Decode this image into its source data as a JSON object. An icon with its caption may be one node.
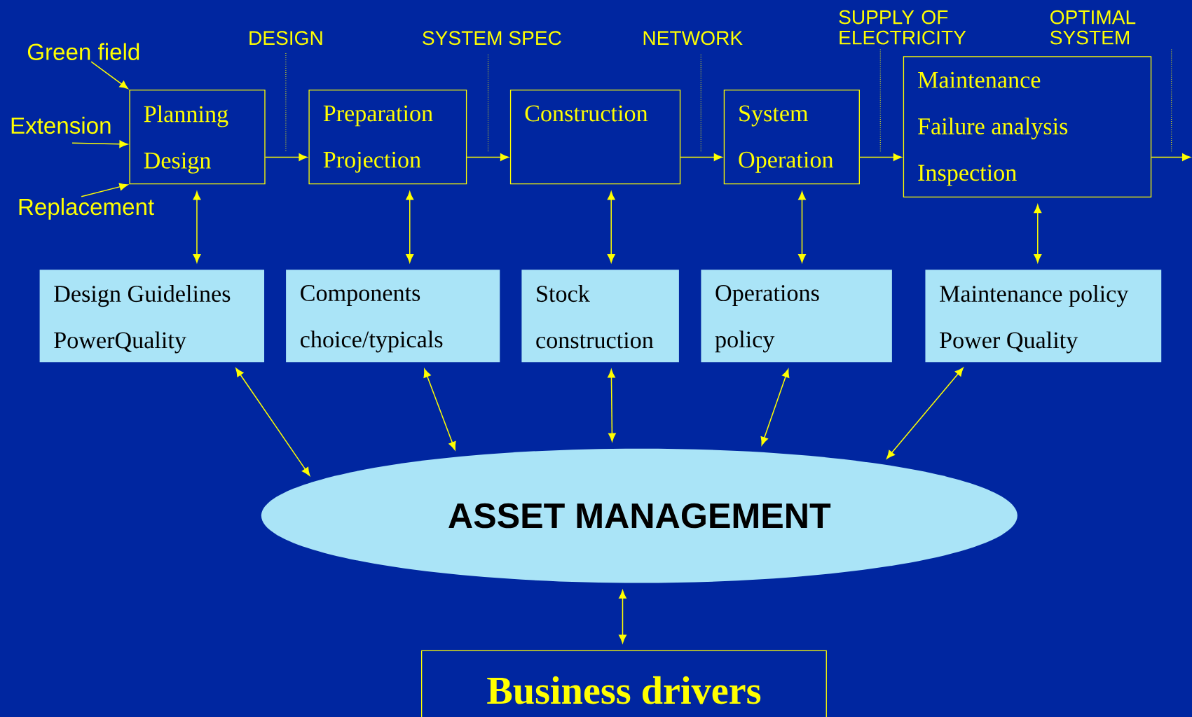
{
  "diagram": {
    "nodes": [
      {
        "text": [
          "Green field"
        ]
      },
      {
        "text": [
          "Extension"
        ]
      },
      {
        "text": [
          "Replacement"
        ]
      },
      {
        "text": [
          "Planning",
          "Design"
        ]
      },
      {
        "text": [
          "Preparation",
          "Projection"
        ]
      },
      {
        "text": [
          "Construction"
        ]
      },
      {
        "text": [
          "System",
          "Operation"
        ]
      },
      {
        "text": [
          "Maintenance",
          "Failure analysis",
          "Inspection"
        ]
      },
      {
        "text": [
          "Design Guidelines",
          "PowerQuality"
        ]
      },
      {
        "text": [
          "Components choice/typicals"
        ]
      },
      {
        "text": [
          "Stock construction"
        ]
      },
      {
        "text": [
          "Operations policy"
        ]
      },
      {
        "text": [
          "Maintenance policy",
          "Power Quality"
        ]
      },
      {
        "text": [
          "ASSET MANAGEMENT"
        ]
      },
      {
        "text": [
          "Business drivers"
        ]
      }
    ],
    "edges": [
      {
        "from": 0,
        "to": 3,
        "arrow": "to"
      },
      {
        "from": 1,
        "to": 3,
        "arrow": "to"
      },
      {
        "from": 2,
        "to": 3,
        "arrow": "to"
      },
      {
        "from": 3,
        "to": 4,
        "arrow": "to"
      },
      {
        "from": 4,
        "to": 5,
        "arrow": "to"
      },
      {
        "from": 5,
        "to": 6,
        "arrow": "to"
      },
      {
        "from": 6,
        "to": 7,
        "arrow": "to"
      },
      {
        "from": 7,
        "to": null,
        "arrow": "to"
      },
      {
        "from": 3,
        "to": 8,
        "arrow": "both"
      },
      {
        "from": 4,
        "to": 9,
        "arrow": "both"
      },
      {
        "from": 5,
        "to": 10,
        "arrow": "both"
      },
      {
        "from": 6,
        "to": 11,
        "arrow": "both"
      },
      {
        "from": 7,
        "to": 12,
        "arrow": "both"
      },
      {
        "from": 8,
        "to": 13,
        "arrow": "both"
      },
      {
        "from": 9,
        "to": 13,
        "arrow": "both"
      },
      {
        "from": 10,
        "to": 13,
        "arrow": "both"
      },
      {
        "from": 11,
        "to": 13,
        "arrow": "both"
      },
      {
        "from": 12,
        "to": 13,
        "arrow": "both"
      },
      {
        "from": 13,
        "to": 14,
        "arrow": "both"
      }
    ],
    "labels": [
      "DESIGN",
      "SYSTEM SPEC",
      "NETWORK",
      "SUPPLY OF ELECTRICITY",
      "OPTIMAL SYSTEM"
    ]
  }
}
